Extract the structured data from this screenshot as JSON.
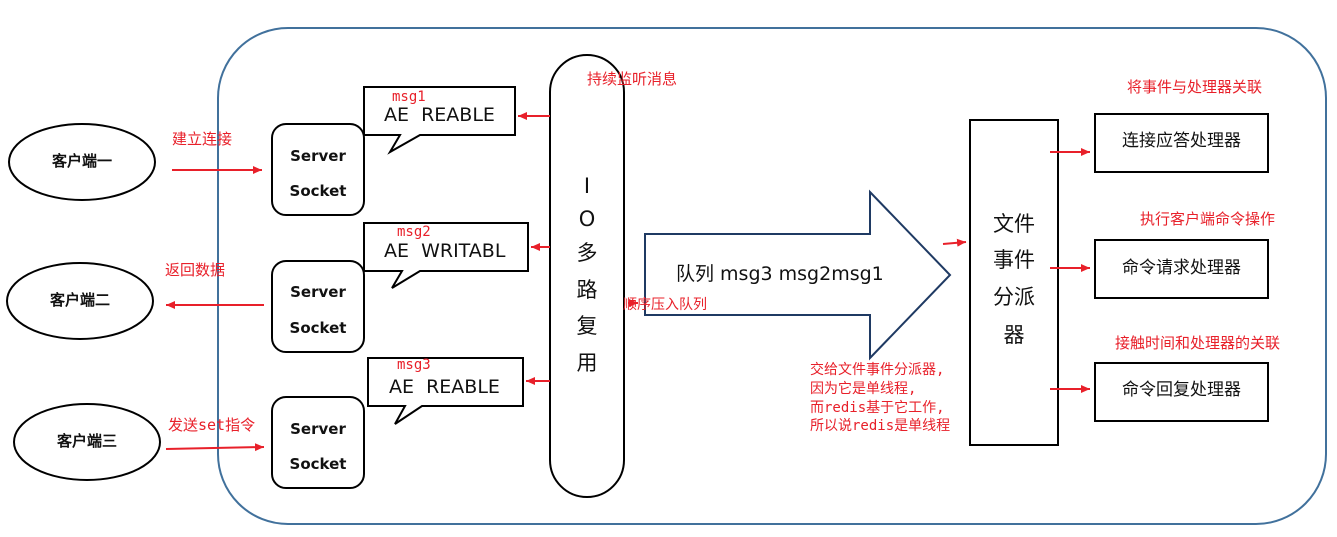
{
  "clients": [
    {
      "label": "客户端一"
    },
    {
      "label": "客户端二"
    },
    {
      "label": "客户端三"
    }
  ],
  "sockets": [
    {
      "line1": "Server",
      "line2": "Socket"
    },
    {
      "line1": "Server",
      "line2": "Socket"
    },
    {
      "line1": "Server",
      "line2": "Socket"
    }
  ],
  "events": [
    {
      "msg": "msg1",
      "label": "AE  REABLE"
    },
    {
      "msg": "msg2",
      "label": "AE  WRITABL"
    },
    {
      "msg": "msg3",
      "label": "AE  REABLE"
    }
  ],
  "annotations": {
    "connect": "建立连接",
    "return_data": "返回数据",
    "send_cmd": "发送set指令",
    "listen": "持续监听消息",
    "enqueue": "顺序压入队列",
    "dispatch_note": [
      "交给文件事件分派器,",
      "因为它是单线程,",
      "而redis基于它工作,",
      "所以说redis是单线程"
    ],
    "handler_note1": "将事件与处理器关联",
    "handler_note2": "执行客户端命令操作",
    "handler_note3": "接触时间和处理器的关联"
  },
  "io_multiplex": {
    "chars": [
      "I",
      "O",
      "多",
      "路",
      "复",
      "用"
    ]
  },
  "queue": {
    "label": "队列 msg3 msg2msg1"
  },
  "dispatcher": {
    "lines": [
      "文件",
      "事件",
      "分派",
      "器"
    ]
  },
  "handlers": [
    {
      "label": "连接应答处理器"
    },
    {
      "label": "命令请求处理器"
    },
    {
      "label": "命令回复处理器"
    }
  ],
  "colors": {
    "stroke": "#000000",
    "container": "#41719c",
    "annotation": "#e8202a"
  }
}
